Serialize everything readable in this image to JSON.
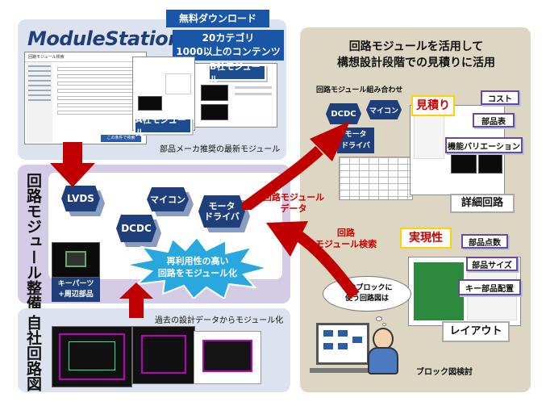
{
  "top_left": {
    "logo": "ModuleStation",
    "badge_free": "無料ダウンロード",
    "badge_contents_line1": "20カテゴリ",
    "badge_contents_line2": "1000以上のコンテンツ",
    "company_a": "A社モジュール",
    "company_b": "B社モジュール",
    "caption": "部品メーカ推奨の最新モジュール",
    "screen_title": "回路モジュール検索",
    "screen_button": "この条件で検索"
  },
  "middle_left": {
    "vertical_title": "回路モジュール整備",
    "blocks": {
      "lvds": "LVDS",
      "maicon": "マイコン",
      "dcdc": "DCDC",
      "motor_line1": "モータ",
      "motor_line2": "ドライバ"
    },
    "burst_line1": "再利用性の高い",
    "burst_line2": "回路をモジュール化",
    "keyparts_line1": "キーパーツ",
    "keyparts_line2": "+周辺部品"
  },
  "bottom_left": {
    "vertical_title": "自社回路図",
    "caption": "過去の設計データからモジュール化"
  },
  "right": {
    "title_line1": "回路モジュールを活用して",
    "title_line2": "構想設計段階での見積りに活用",
    "combo_label": "回路モジュール組み合わせ",
    "hex_dcdc": "DCDC",
    "hex_maicon": "マイコン",
    "hex_motor_line1": "モータ",
    "hex_motor_line2": "ドライバ",
    "estimate_label": "見積り",
    "estimate_items": [
      "コスト",
      "部品表",
      "機能バリエーション"
    ],
    "detail_label": "詳細回路",
    "feasibility_label": "実現性",
    "feasibility_items": [
      "部品点数",
      "部品サイズ",
      "キー部品配置"
    ],
    "layout_label": "レイアウト",
    "bubble_line1": "このブロックに",
    "bubble_line2": "使う回路図は",
    "block_review": "ブロック図検討"
  },
  "arrows": {
    "module_data_line1": "回路モジュール",
    "module_data_line2": "データ",
    "module_search_line1": "回路",
    "module_search_line2": "モジュール検索"
  },
  "colors": {
    "left_bg": "#dde3ee",
    "middle_bg": "#d4cce6",
    "right_bg": "#ddd6c2",
    "arrow_red": "#c00000",
    "navy": "#1f3f7a",
    "label_red": "#cc0000"
  }
}
